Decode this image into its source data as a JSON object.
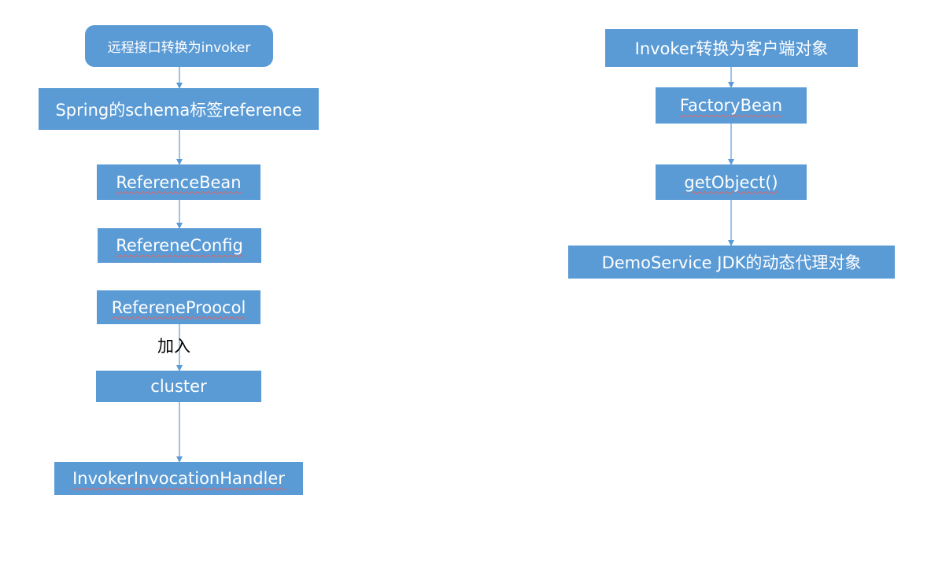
{
  "diagram": {
    "colors": {
      "node_fill": "#5b9bd5",
      "node_text": "#ffffff",
      "connector": "#5b9bd5",
      "spellcheck_underline": "#e06666"
    },
    "left_flow": {
      "start": "远程接口转换为invoker",
      "spring_schema": "Spring的schema标签reference",
      "reference_bean": "ReferenceBean",
      "reference_config": "RefereneConfig",
      "reference_protocol": "RefereneProocol",
      "join_label": "加入",
      "cluster": "cluster",
      "invocation_handler": "InvokerInvocationHandler"
    },
    "right_flow": {
      "start": "Invoker转换为客户端对象",
      "factory_bean": "FactoryBean",
      "get_object": "getObject()",
      "demo_service": "DemoService JDK的动态代理对象"
    }
  }
}
